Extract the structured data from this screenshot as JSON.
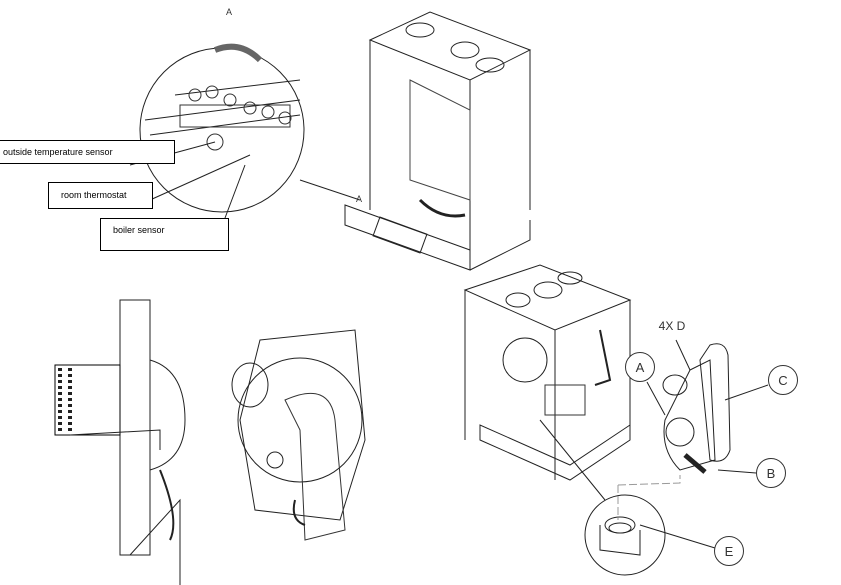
{
  "labels": {
    "detail_a_top": "A",
    "detail_a_ref": "A",
    "outside_sensor": "outside temperature sensor",
    "room_thermostat": "room thermostat",
    "boiler_sensor": "boiler sensor"
  },
  "callouts": {
    "d": "4X D",
    "a": "A",
    "c": "C",
    "b": "B",
    "e": "E"
  }
}
